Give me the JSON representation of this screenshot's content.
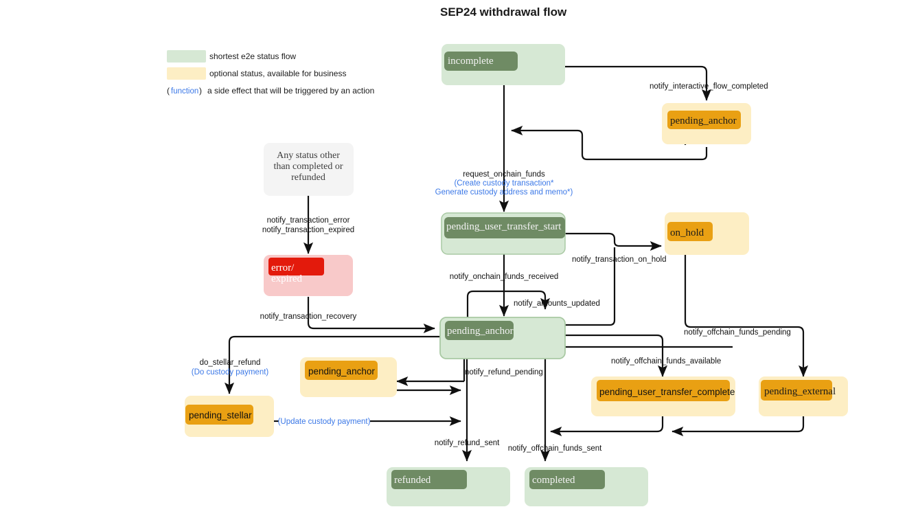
{
  "title": "SEP24 withdrawal flow",
  "colors": {
    "green_outer": "#d6e8d4",
    "green_inner": "#6f8b64",
    "green_border": "#a9c9a3",
    "orange_outer": "#fdeec4",
    "orange_inner": "#e9a013",
    "red_outer": "#f8c9c9",
    "red_inner": "#e31a0c",
    "note_bg": "#f4f4f4",
    "link_blue": "#3b78e7",
    "edge": "#101010"
  },
  "legend": {
    "items": [
      {
        "swatch": "green",
        "label": "shortest e2e status flow"
      },
      {
        "swatch": "orange",
        "label": "optional status, available for business"
      }
    ],
    "function_note": {
      "open_paren": "(",
      "word": "function",
      "close_paren": ")",
      "label": "a side effect that will be triggered by an action"
    }
  },
  "nodes": {
    "incomplete": {
      "label": "incomplete",
      "type": "green"
    },
    "pending_anchor_top": {
      "label": "pending_anchor",
      "type": "orange"
    },
    "any_status_note": {
      "label_lines": [
        "Any status other",
        "than completed or",
        "refunded"
      ],
      "type": "note"
    },
    "error_expired": {
      "label_lines": [
        "error/",
        "expired"
      ],
      "type": "red"
    },
    "pending_user_transfer_start": {
      "label": "pending_user_transfer_start",
      "type": "green"
    },
    "on_hold": {
      "label": "on_hold",
      "type": "orange"
    },
    "pending_anchor_center": {
      "label": "pending_anchor",
      "type": "green"
    },
    "pending_anchor_refund": {
      "label": "pending_anchor",
      "type": "orange"
    },
    "pending_stellar": {
      "label": "pending_stellar",
      "type": "orange"
    },
    "pending_user_transfer_complete": {
      "label": "pending_user_transfer_complete",
      "type": "orange"
    },
    "pending_external": {
      "label": "pending_external",
      "type": "orange"
    },
    "refunded": {
      "label": "refunded",
      "type": "green"
    },
    "completed": {
      "label": "completed",
      "type": "green"
    }
  },
  "edge_labels": {
    "notify_interactive_flow_completed": "notify_interactive_flow_completed",
    "request_onchain_funds": "request_onchain_funds",
    "create_custody_transaction": "(Create custody transaction*",
    "generate_custody_address": "Generate custody address and memo*)",
    "notify_transaction_error": "notify_transaction_error",
    "notify_transaction_expired": "notify_transaction_expired",
    "notify_transaction_recovery": "notify_transaction_recovery",
    "notify_onchain_funds_received": "notify_onchain_funds_received",
    "notify_amounts_updated": "notify_amounts_updated",
    "notify_transaction_on_hold": "notify_transaction_on_hold",
    "notify_offchain_funds_pending": "notify_offchain_funds_pending",
    "notify_offchain_funds_available": "notify_offchain_funds_available",
    "notify_refund_pending": "notify_refund_pending",
    "notify_refund_sent": "notify_refund_sent",
    "notify_offchain_funds_sent": "notify_offchain_funds_sent",
    "do_stellar_refund": "do_stellar_refund",
    "do_custody_payment": "(Do custody payment)",
    "update_custody_payment": "(Update custody payment)"
  }
}
